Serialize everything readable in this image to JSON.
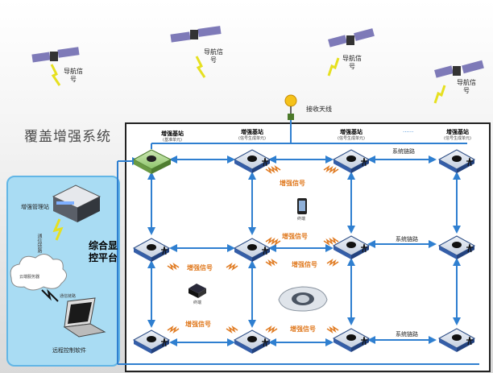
{
  "title": "覆盖增强系统",
  "satellites": [
    {
      "label": "导航信号"
    },
    {
      "label": "导航信号"
    },
    {
      "label": "导航信号"
    },
    {
      "label": "导航信号"
    }
  ],
  "antenna_label": "接收天线",
  "management": {
    "station_label": "增强管理站",
    "link_label": "通信链路",
    "cloud_label": "云端服务器",
    "laptop_link_label": "通信链路",
    "software_label": "远程控制软件",
    "platform_label": "综合显控平台"
  },
  "stations": {
    "master_title": "增强基站",
    "master_sub": "(基准单元)",
    "slave_title": "增强基站",
    "slave_sub": "(信号生成单元)",
    "ellipsis": "......"
  },
  "system_link_label": "系统链路",
  "enhance_signal_label": "增强信号",
  "phone_label": "终端",
  "vehicle_label": "终端",
  "colors": {
    "link_blue": "#2f7fd0",
    "signal_orange": "#e07b22",
    "panel_bg": "#a9dcf3",
    "satellite_panel": "#7e7ab8"
  }
}
